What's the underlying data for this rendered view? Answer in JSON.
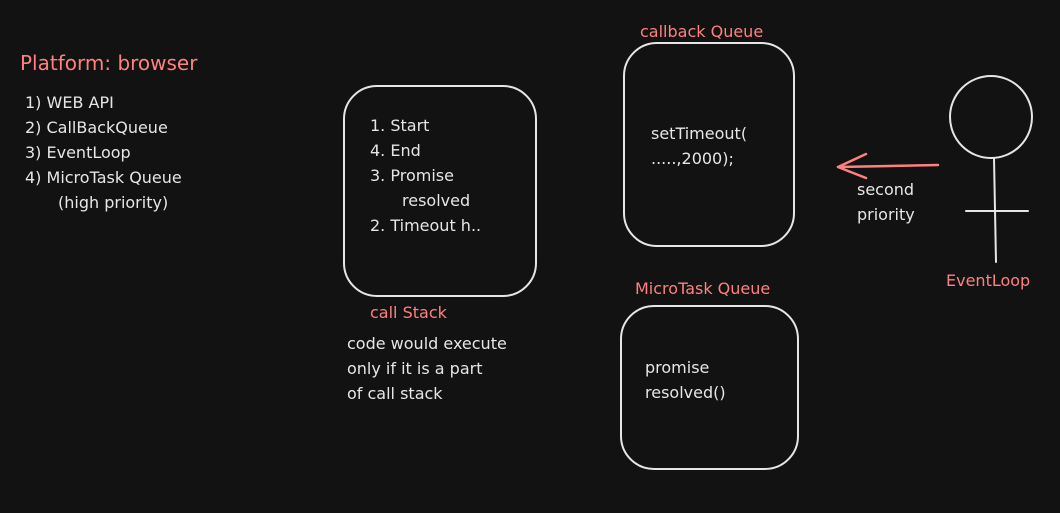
{
  "platform": {
    "title": "Platform: browser",
    "items": [
      "1) WEB API",
      "2) CallBackQueue",
      "3) EventLoop",
      "4) MicroTask Queue",
      "(high priority)"
    ]
  },
  "call_stack": {
    "lines": [
      "1. Start",
      "4. End",
      "3. Promise",
      "resolved",
      "2. Timeout h.."
    ],
    "label": "call Stack",
    "note": [
      "code would execute",
      "only if it is a part",
      "of call stack"
    ]
  },
  "callback_queue": {
    "label": "callback Queue",
    "lines": [
      "setTimeout(",
      ".....,2000);"
    ]
  },
  "microtask_queue": {
    "label": "MicroTask Queue",
    "lines": [
      "promise",
      "resolved()"
    ]
  },
  "event_loop": {
    "label": "EventLoop",
    "arrow_note": [
      "second",
      "priority"
    ]
  },
  "colors": {
    "background": "#121212",
    "accent": "#ff8080",
    "stroke": "#e6e6e6"
  }
}
